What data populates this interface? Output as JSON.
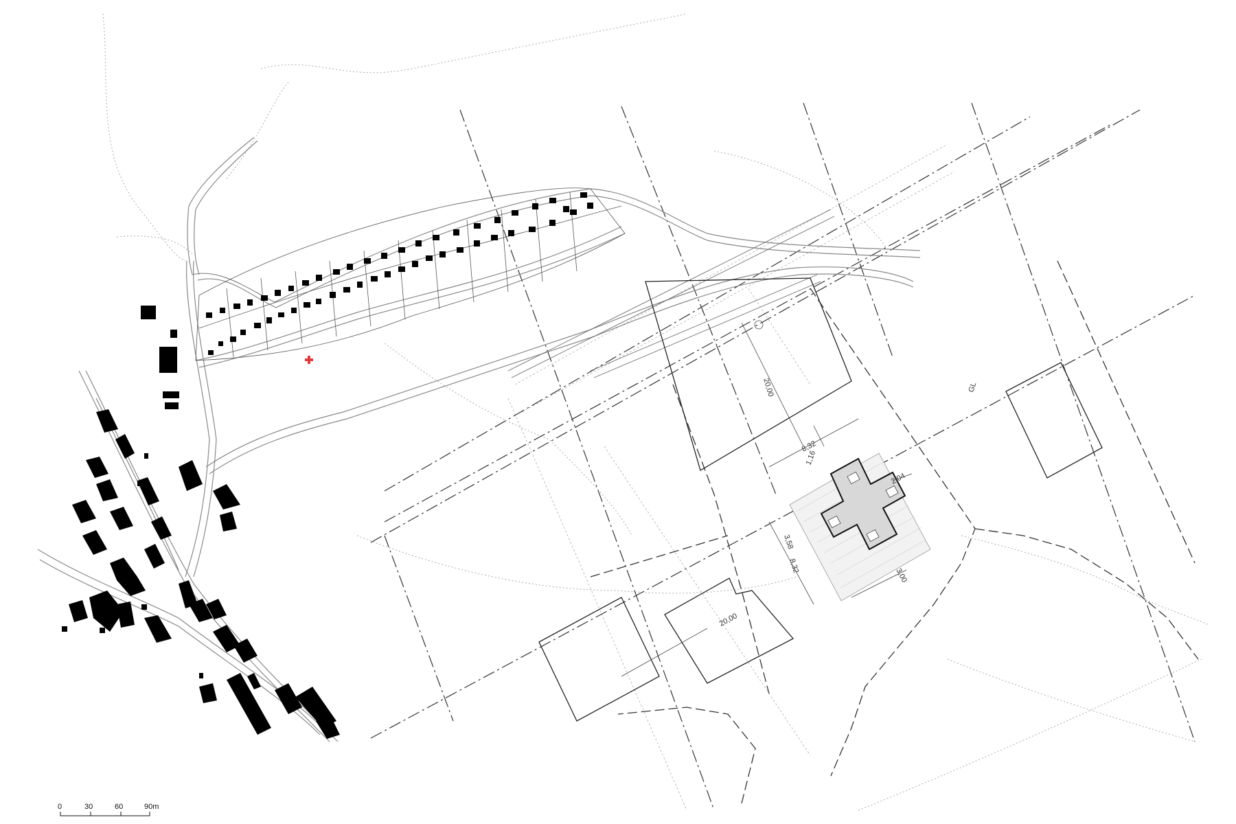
{
  "map": {
    "dimensions": {
      "d1": "20,00",
      "d2": "8,32",
      "d3": "1,16",
      "d4": "2,04",
      "d5": "3,58",
      "d6": "8,32",
      "d7": "3,00",
      "d8": "20,00"
    },
    "section_marker": "GL",
    "scale_bar": {
      "labels": [
        "0",
        "30",
        "60",
        "90m"
      ]
    },
    "colors": {
      "building": "#000000",
      "road": "#888888",
      "accent_cross": "#e23b3b"
    }
  }
}
